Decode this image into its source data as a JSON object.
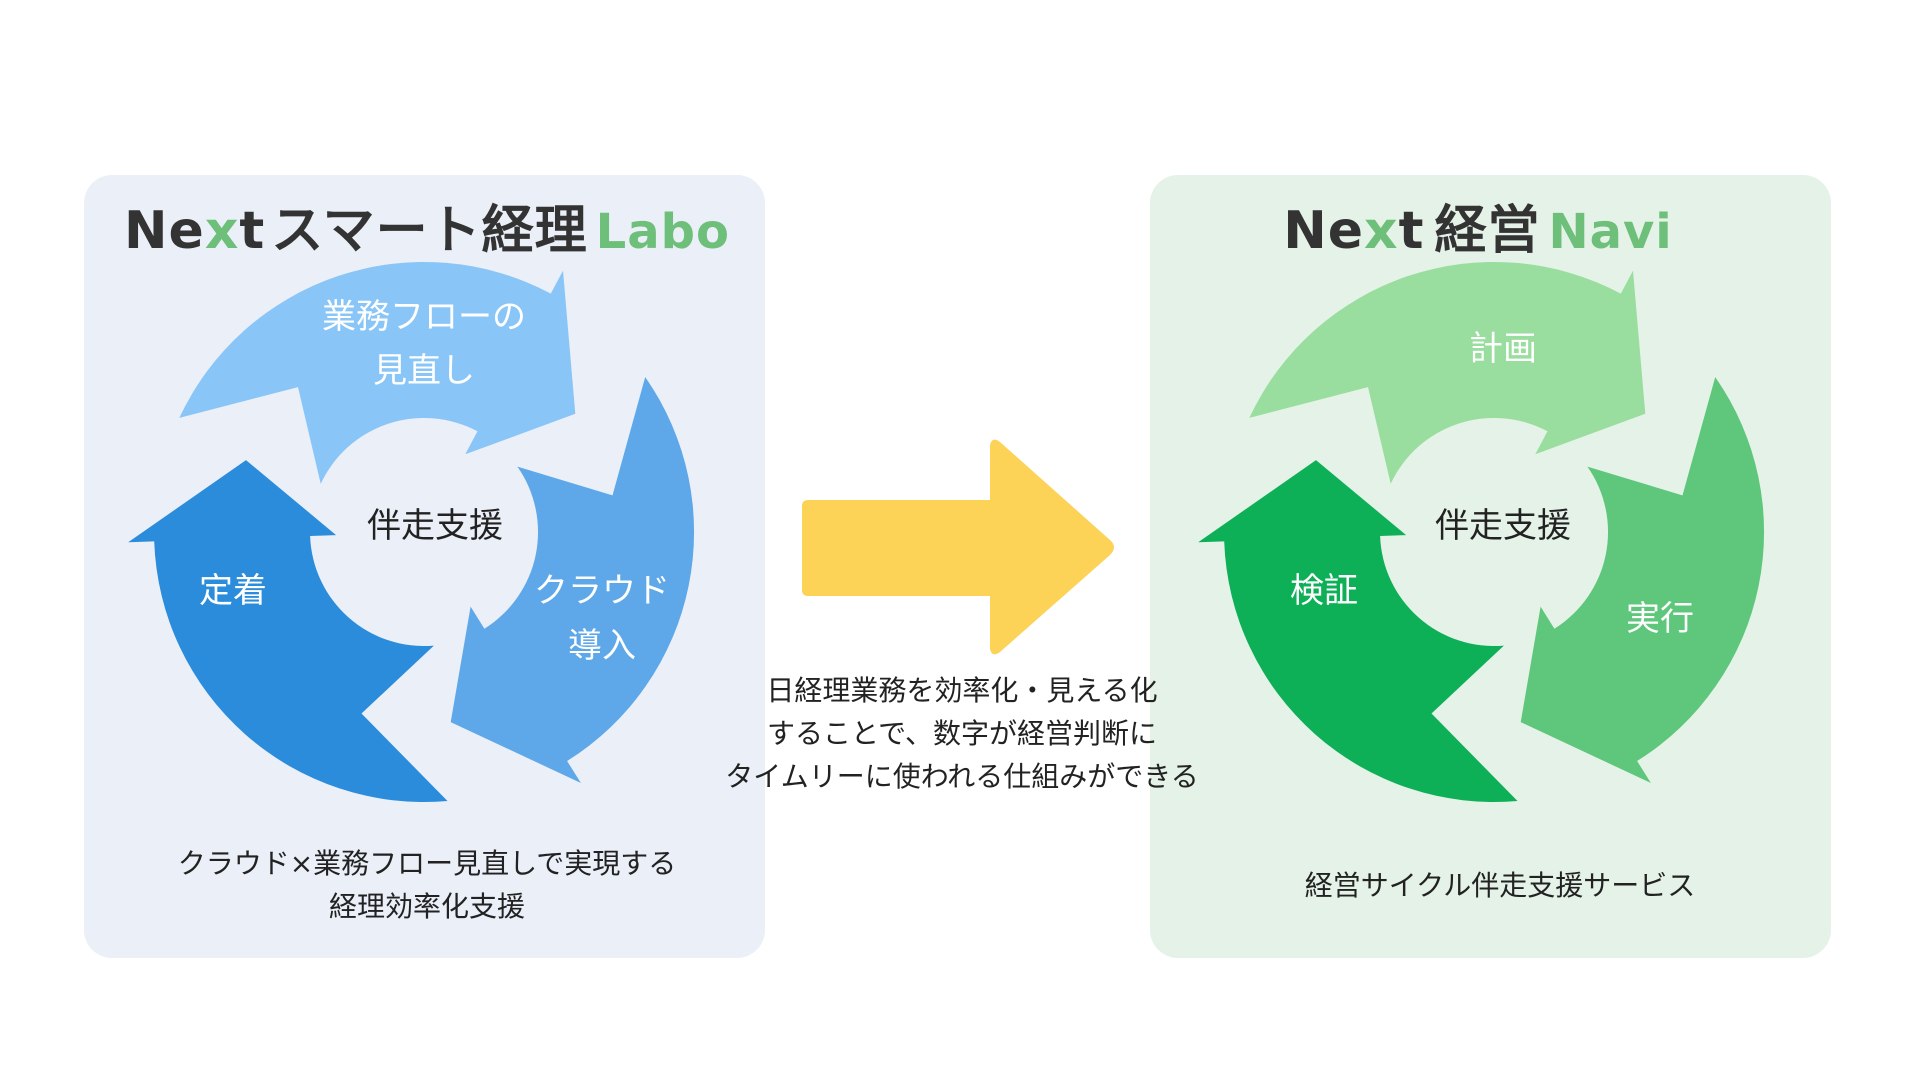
{
  "left": {
    "title_prefix": "Ne",
    "title_x": "x",
    "title_t": "t",
    "title_main": "スマート経理",
    "title_sub": "Labo",
    "cycle": [
      "業務フローの",
      "見直し",
      "クラウド",
      "導入",
      "定着"
    ],
    "center": "伴走支援",
    "caption": [
      "クラウド×業務フロー見直しで実現する",
      "経理効率化支援"
    ],
    "colors": [
      "#89c5f7",
      "#5ea8e9",
      "#2b8cdb"
    ]
  },
  "right": {
    "title_prefix": "Ne",
    "title_x": "x",
    "title_t": "t",
    "title_main": "経営",
    "title_sub": "Navi",
    "cycle": [
      "計画",
      "実行",
      "検証"
    ],
    "center": "伴走支援",
    "caption": "経営サイクル伴走支援サービス",
    "colors": [
      "#9ade9f",
      "#5fc77c",
      "#0daf57"
    ]
  },
  "middle": {
    "lines": [
      "日経理業務を効率化・見える化",
      "することで、数字が経営判断に",
      "タイムリーに使われる仕組みができる"
    ],
    "arrow_color": "#fcd257"
  }
}
